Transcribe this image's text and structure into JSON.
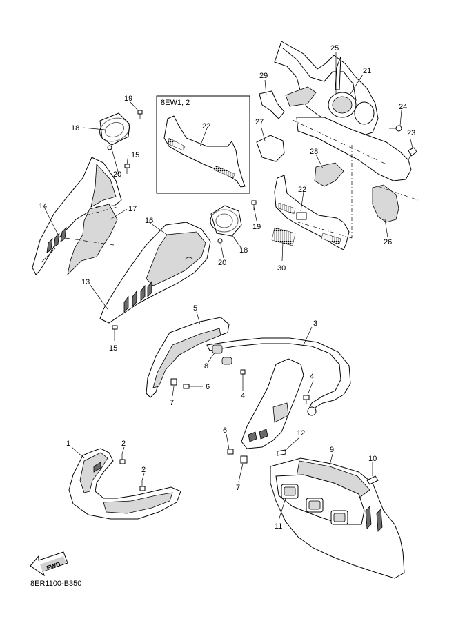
{
  "diagram_code": "8ER1100-B350",
  "inset_label": "8EW1, 2",
  "fwd_label": "FWD",
  "callouts": {
    "c1": "1",
    "c2a": "2",
    "c2b": "2",
    "c3": "3",
    "c4a": "4",
    "c4b": "4",
    "c5": "5",
    "c6a": "6",
    "c6b": "6",
    "c7a": "7",
    "c7b": "7",
    "c8": "8",
    "c9": "9",
    "c10": "10",
    "c11": "11",
    "c12": "12",
    "c13": "13",
    "c14": "14",
    "c15a": "15",
    "c15b": "15",
    "c16": "16",
    "c17": "17",
    "c18a": "18",
    "c18b": "18",
    "c19a": "19",
    "c19b": "19",
    "c20a": "20",
    "c20b": "20",
    "c21": "21",
    "c22a": "22",
    "c22b": "22",
    "c23": "23",
    "c24": "24",
    "c25": "25",
    "c26": "26",
    "c27": "27",
    "c28": "28",
    "c29": "29",
    "c30": "30"
  }
}
